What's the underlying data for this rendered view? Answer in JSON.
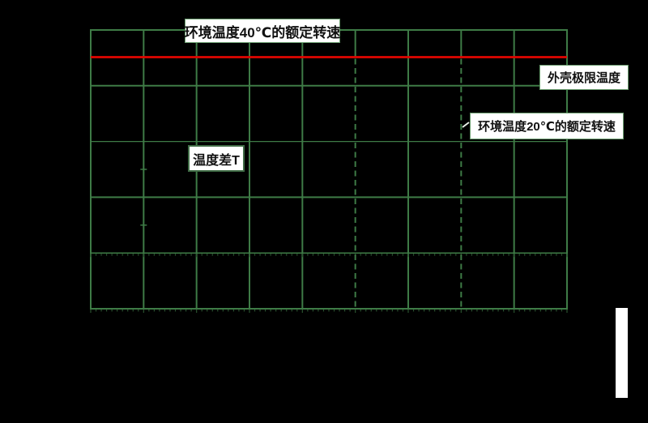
{
  "page": {
    "background": "#000000"
  },
  "labels": {
    "rated_speed_40c": "环境温度40℃的额定转速",
    "housing_limit_temp": "外壳极限温度",
    "rated_speed_20c": "环境温度20℃的额定转速",
    "temp_diff": "温度差T"
  },
  "colors": {
    "background": "#000000",
    "grid_green": "#3e7b46",
    "minor_tick_green": "#2a5430",
    "limit_red": "#e10600",
    "label_bg": "#ffffff",
    "label_text": "#111111",
    "label_border": "#6b9e70",
    "temp_diff_border": "#3f6b45",
    "white_bar": "#ffffff",
    "leader_mark": "#e8f0e8"
  },
  "chart_data": {
    "type": "line",
    "title": "",
    "xlabel": "",
    "ylabel": "",
    "axis_tick_labels_visible": false,
    "grid": {
      "columns": 9,
      "rows": 5,
      "minor_ticks_per_division": 10,
      "minor_tick_rows": [
        "inner-row-4",
        "bottom-border"
      ],
      "grid_on": true
    },
    "annotations": [
      {
        "kind": "horizontal-line",
        "label": "外壳极限温度",
        "style": "solid",
        "color": "#e10600",
        "position": "midpoint of first row (spans full plot width)"
      },
      {
        "kind": "vertical-line",
        "label": "环境温度40℃的额定转速",
        "style": "dashed below limit line, solid above",
        "color": "#3e7b46",
        "position": "grid column 5 of 9"
      },
      {
        "kind": "vertical-line",
        "label": "环境温度20℃的额定转速",
        "style": "dashed below limit line, solid above",
        "color": "#3e7b46",
        "position": "grid column 7 of 9"
      },
      {
        "kind": "text-callout",
        "label": "温度差T",
        "position": "row 3, between columns 2 and 3"
      }
    ],
    "series": [],
    "note": "data curves not visible against black background; only grid, red limit line, dashed reference lines and label boxes are rendered"
  }
}
